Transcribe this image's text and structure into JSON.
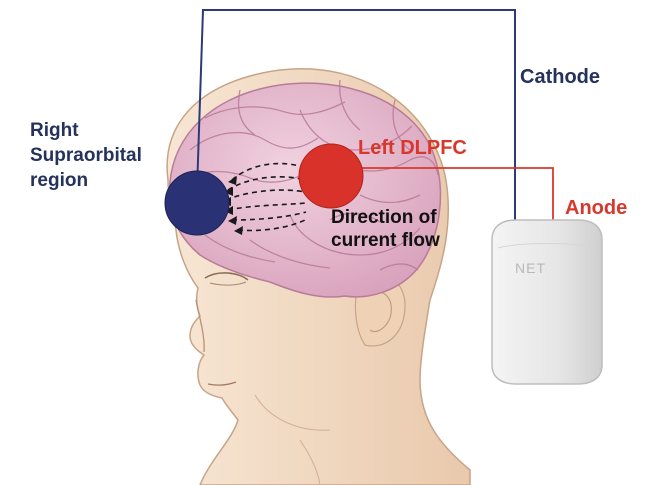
{
  "labels": {
    "right_supraorbital_line1": "Right",
    "right_supraorbital_line2": "Supraorbital",
    "right_supraorbital_line3": "region",
    "cathode": "Cathode",
    "left_dlpfc": "Left DLPFC",
    "anode": "Anode",
    "direction_line1": "Direction of",
    "direction_line2": "current flow",
    "device_brand": "NET"
  },
  "colors": {
    "cathode_electrode": "#2a3275",
    "anode_electrode": "#d8322a",
    "cathode_wire": "#2c3a78",
    "anode_wire": "#d8382c",
    "brain": "#e7bcd0",
    "skin": "#f4ddc6",
    "device": "#eaeaea"
  }
}
